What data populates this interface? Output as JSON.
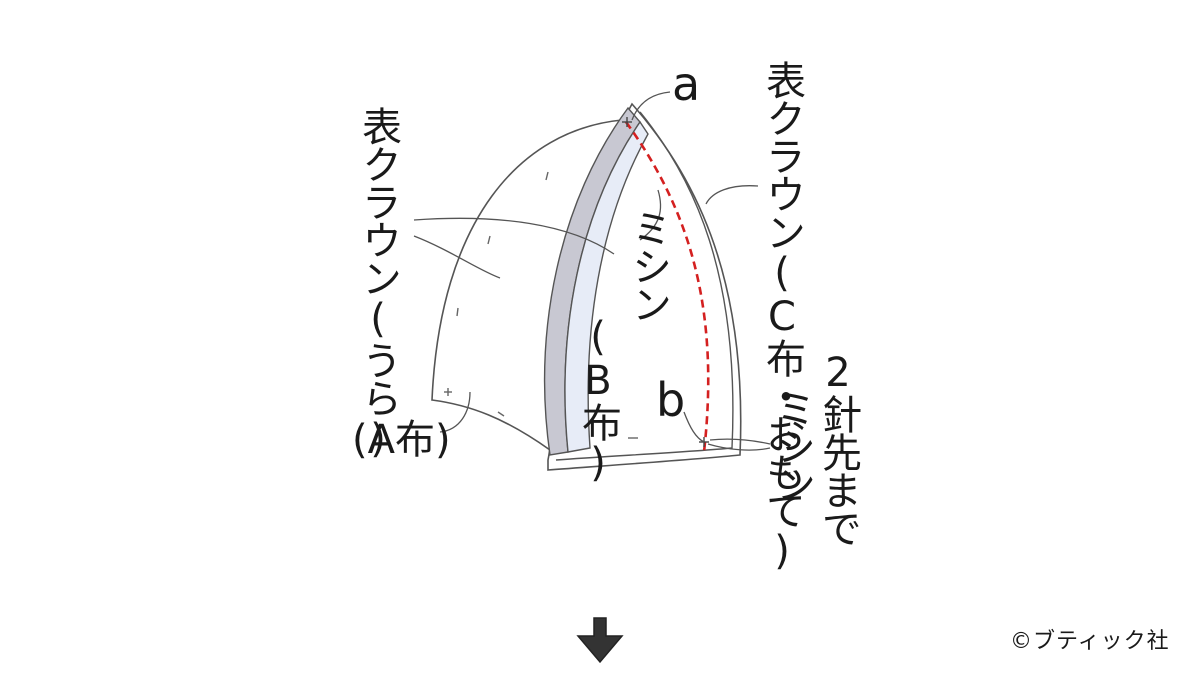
{
  "labels": {
    "outer_crown_front": "表クラウン(C布・おもて)",
    "outer_crown_back": "表クラウン(うら)",
    "fabric_a": "(A布)",
    "fabric_b": "(B布)",
    "machine_top": "ミシン",
    "machine_bottom": "ミシン",
    "two_stitches": "2針先まで",
    "point_a": "a",
    "point_b": "b"
  },
  "copyright": "©ブティック社",
  "colors": {
    "stitch_line": "#d42020",
    "fabric_b_fill": "#e7ecf7",
    "seam_fill": "#c8c8d2",
    "outline": "#555555"
  },
  "icons": {
    "next_step": "arrow-down-icon"
  }
}
